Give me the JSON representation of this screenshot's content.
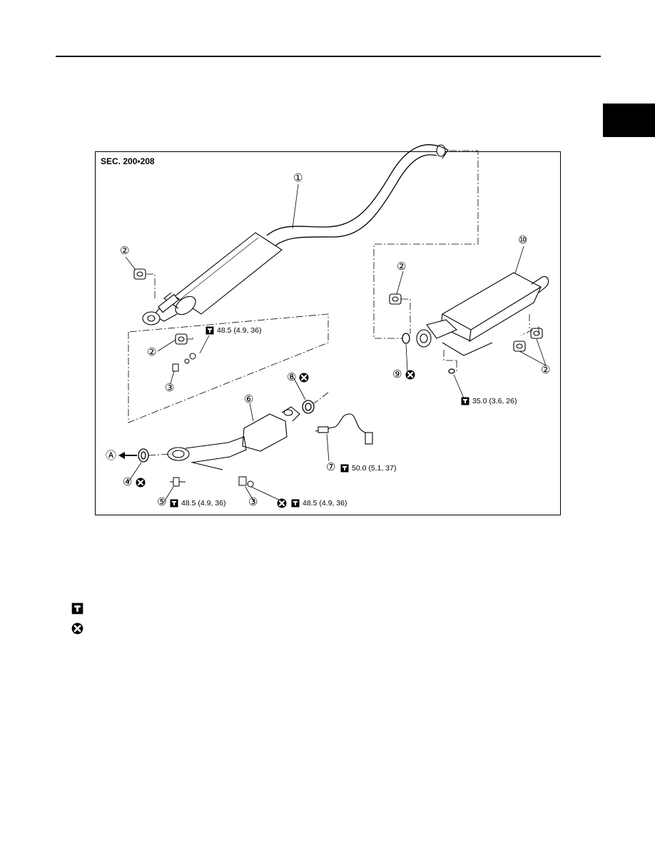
{
  "section_label": "SEC. 200•208",
  "callouts": {
    "c1": "①",
    "c2a": "②",
    "c2b": "②",
    "c2c": "②",
    "c2d": "②",
    "c3a": "③",
    "c3b": "③",
    "c4": "④",
    "c5": "⑤",
    "c6": "⑥",
    "c7": "⑦",
    "c8": "⑧",
    "c9": "⑨",
    "c10": "⑩",
    "cA": "Ⓐ"
  },
  "torques": {
    "t_front_flange": "48.5 (4.9, 36)",
    "t_rear_muffler": "35.0 (3.6, 26)",
    "t_sensor": "50.0 (5.1, 37)",
    "t_bolt_5": "48.5 (4.9, 36)",
    "t_nut": "48.5 (4.9, 36)"
  },
  "legend": [
    {
      "icon": "torque-icon",
      "text": ""
    },
    {
      "icon": "do-not-reuse-icon",
      "text": ""
    }
  ],
  "colors": {
    "ink": "#000000",
    "paper": "#ffffff"
  }
}
